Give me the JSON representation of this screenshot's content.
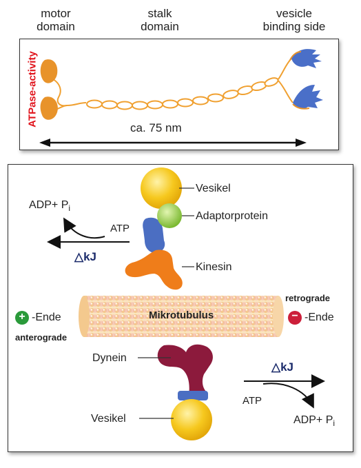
{
  "top": {
    "motor_label": [
      "motor",
      "domain"
    ],
    "stalk_label": [
      "stalk",
      "domain"
    ],
    "vesicle_label": [
      "vesicle",
      "binding side"
    ],
    "atpase_label": "ATPase-activity",
    "length_label": "ca. 75 nm"
  },
  "bottom": {
    "vesikel_top": "Vesikel",
    "adaptor": "Adaptorprotein",
    "kinesin": "Kinesin",
    "mikrotubulus": "Mikrotubulus",
    "dynein": "Dynein",
    "vesikel_bottom": "Vesikel",
    "plus_end": "-Ende",
    "minus_end": "-Ende",
    "plus_sign": "+",
    "minus_sign": "−",
    "anterograde": "anterograde",
    "retrograde": "retrograde",
    "adp_left": "ADP+ P",
    "adp_left_sub": "i",
    "atp_left": "ATP",
    "kj_left": "△kJ",
    "adp_right": "ADP+ P",
    "adp_right_sub": "i",
    "atp_right": "ATP",
    "kj_right": "△kJ"
  },
  "colors": {
    "motor": "#e8932a",
    "stalk": "#f0a030",
    "vesicle_bind": "#4a6fc8",
    "atpase": "#e0141c",
    "vesikel": "#f6c81e",
    "adaptor": "#8cc63f",
    "kinesin_blue": "#4b6ec2",
    "kinesin_orange": "#ef7d1a",
    "dynein": "#8c1a3c",
    "mikrotubulus": "#f7d9a8",
    "plus_green": "#2a9a3a",
    "minus_red": "#cc1f3a"
  }
}
